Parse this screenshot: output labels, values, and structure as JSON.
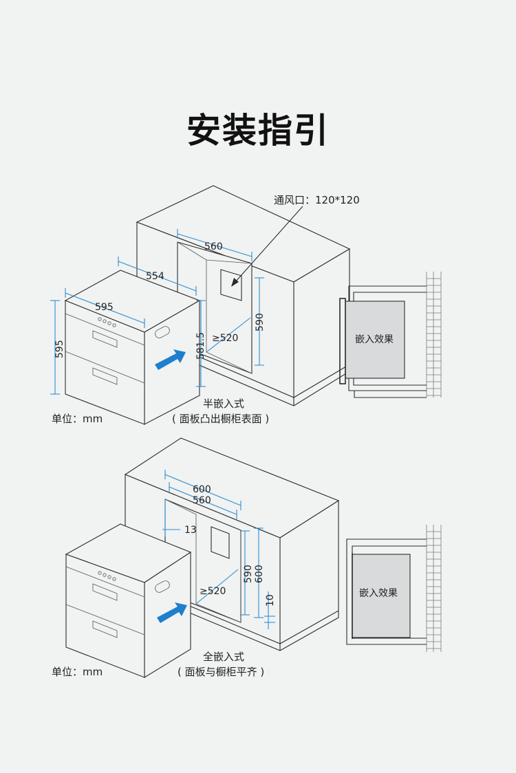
{
  "title": "安装指引",
  "vent_label": "通风口：120*120",
  "unit_label": "单位：mm",
  "embed_effect_label": "嵌入效果",
  "half": {
    "name": "半嵌入式",
    "desc": "( 面板凸出橱柜表面 )",
    "dims": {
      "cabinet_width": "560",
      "depth": "554",
      "width": "595",
      "height": "595",
      "opening_height": "581.5",
      "cabinet_depth": "≥520",
      "cabinet_height": "590"
    }
  },
  "full": {
    "name": "全嵌入式",
    "desc": "( 面板与橱柜平齐 )",
    "dims": {
      "outer_width": "600",
      "inner_width": "560",
      "side_gap": "13",
      "cabinet_depth": "≥520",
      "inner_height": "590",
      "outer_height": "600",
      "bottom_gap": "10"
    }
  },
  "colors": {
    "dimension": "#2a8fd0",
    "arrow": "#1f7fcc",
    "background": "#f1f2f2"
  }
}
